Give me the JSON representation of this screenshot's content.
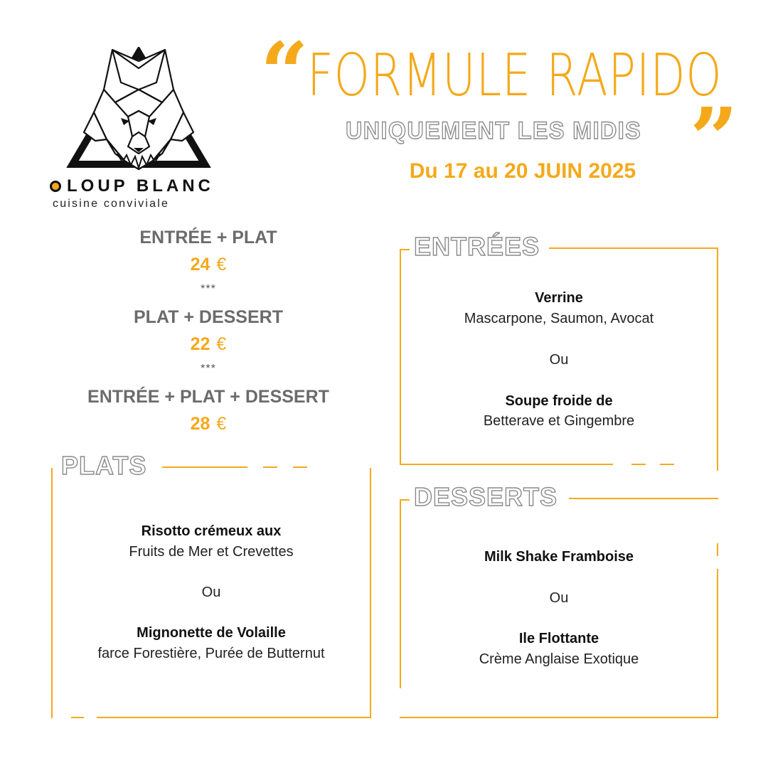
{
  "brand": {
    "name": "LOUP BLANC",
    "tagline": "cuisine conviviale"
  },
  "header": {
    "title": "FORMULE RAPIDO",
    "subtitle": "UNIQUEMENT LES MIDIS",
    "quote_open": "“",
    "quote_close": "”",
    "dates": "Du 17 au 20 JUIN 2025"
  },
  "formulas": [
    {
      "label": "ENTRÉE + PLAT",
      "price": "24",
      "currency": "€"
    },
    {
      "label": "PLAT + DESSERT",
      "price": "22",
      "currency": "€"
    },
    {
      "label": "ENTRÉE + PLAT + DESSERT",
      "price": "28",
      "currency": "€"
    }
  ],
  "separator": "***",
  "or_label": "Ou",
  "sections": {
    "entrees": {
      "title": "ENTRÉES",
      "items": [
        {
          "name": "Verrine",
          "desc": "Mascarpone, Saumon, Avocat"
        },
        {
          "name": "Soupe froide de",
          "desc": "Betterave et Gingembre"
        }
      ]
    },
    "plats": {
      "title": "PLATS",
      "items": [
        {
          "name": "Risotto crémeux aux",
          "desc": "Fruits de Mer et Crevettes"
        },
        {
          "name": "Mignonette de Volaille",
          "desc": "farce Forestière, Purée de Butternut"
        }
      ]
    },
    "desserts": {
      "title": "DESSERTS",
      "items": [
        {
          "name": "Milk Shake Framboise",
          "desc": ""
        },
        {
          "name": "Ile Flottante",
          "desc": "Crème Anglaise Exotique"
        }
      ]
    }
  },
  "colors": {
    "accent": "#f4a91b",
    "gray_text": "#6b6b6b",
    "outline": "#8a8a8a"
  }
}
